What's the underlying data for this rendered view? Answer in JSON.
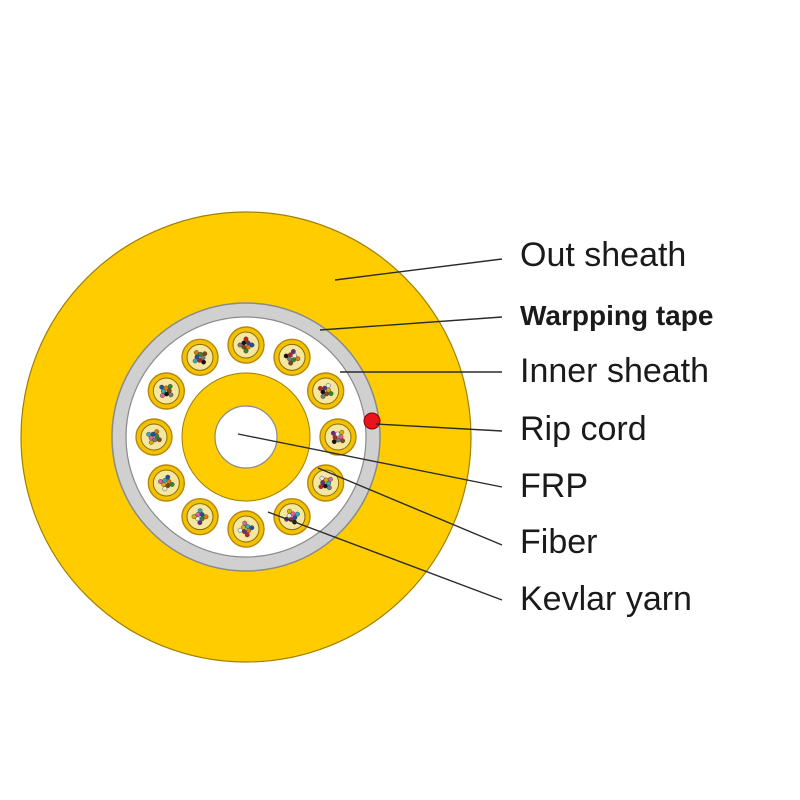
{
  "labels": {
    "out_sheath": "Out sheath",
    "wrapping_tape": "Warpping tape",
    "inner_sheath": "Inner sheath",
    "rip_cord": "Rip cord",
    "frp": "FRP",
    "fiber": "Fiber",
    "kevlar_yarn": "Kevlar yarn"
  },
  "colors": {
    "sheath_yellow": "#FFCC00",
    "sheath_outline": "#A08000",
    "tape_grey": "#D0D0D0",
    "tape_outline": "#8A8A8A",
    "rip_cord_red": "#E8141B",
    "frp_white": "#FFFFFF",
    "unit_yellow": "#F2C200",
    "unit_gold_ring": "#B8860B"
  },
  "fiber_unit_count": 12
}
